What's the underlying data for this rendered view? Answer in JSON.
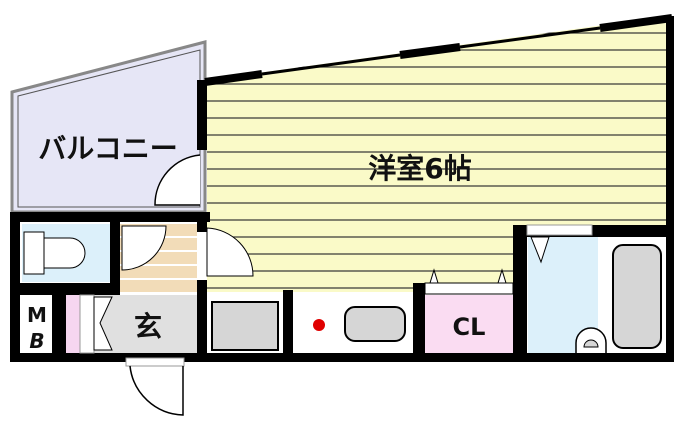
{
  "rooms": {
    "balcony": "バルコニー",
    "western_room": "洋室6帖",
    "entrance": "玄",
    "closet": "CL",
    "meter_box_top": "M",
    "meter_box_bottom": "B"
  },
  "colors": {
    "balcony": "#e6e6f6",
    "western_room": "#fafac8",
    "toilet": "#dcf0fa",
    "hall": "#f2dcb8",
    "entrance": "#e0e0e0",
    "closet": "#fadcf2",
    "washroom": "#dcf0fa",
    "wall": "#000000",
    "stove_dot": "#e00000"
  }
}
